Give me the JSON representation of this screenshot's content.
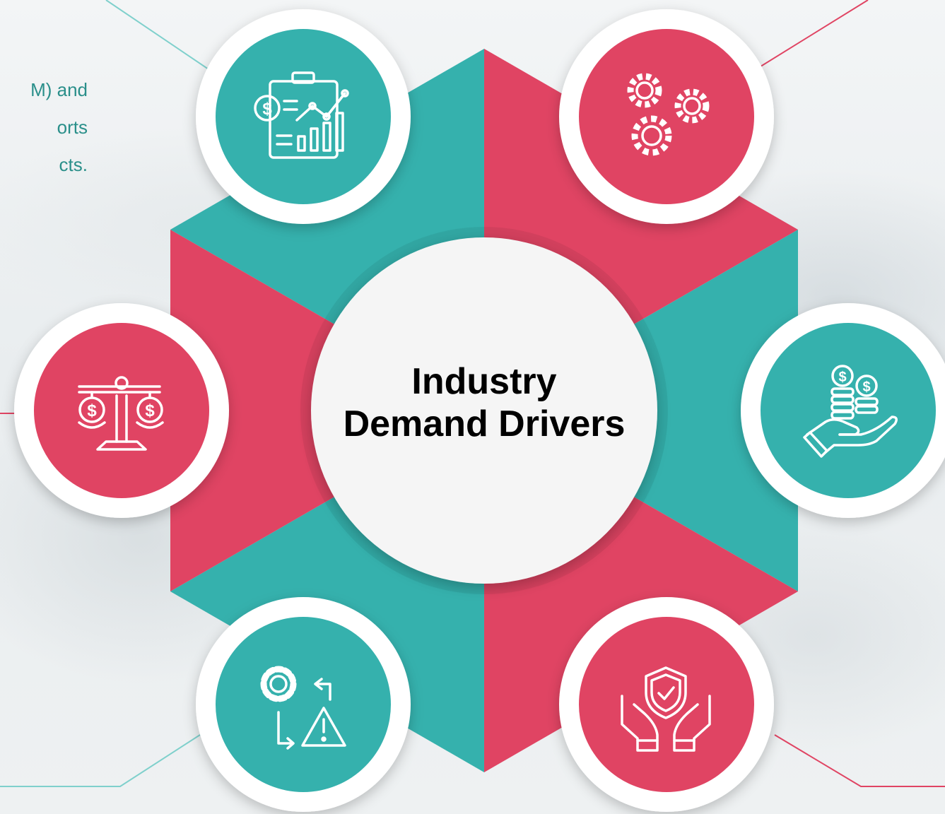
{
  "center": {
    "title_line1": "Industry",
    "title_line2": "Demand Drivers"
  },
  "side_text": {
    "line1": "M) and",
    "line2": "orts",
    "line3": "cts."
  },
  "colors": {
    "teal": "#35b1ad",
    "red": "#e04463",
    "center_fill": "#f5f5f5",
    "side_text": "#2a8f8a"
  },
  "nodes": [
    {
      "icon": "financial-report-icon",
      "color": "teal"
    },
    {
      "icon": "gears-icon",
      "color": "red"
    },
    {
      "icon": "balance-scale-icon",
      "color": "red"
    },
    {
      "icon": "coins-in-hand-icon",
      "color": "teal"
    },
    {
      "icon": "gear-warning-cycle-icon",
      "color": "teal"
    },
    {
      "icon": "shield-hands-icon",
      "color": "red"
    }
  ]
}
